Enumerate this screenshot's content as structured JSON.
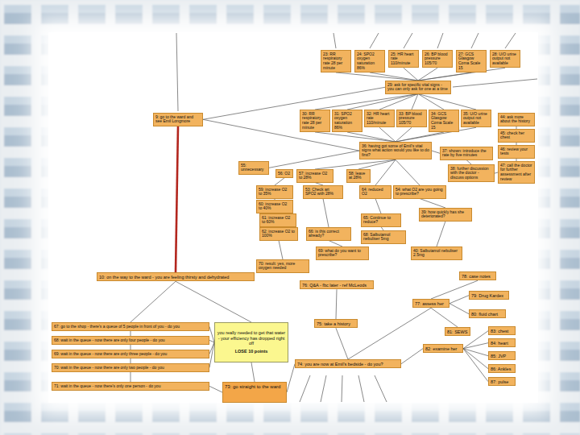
{
  "diagram": {
    "nodes": [
      {
        "text": [
          "9: go to the ward and see Emil Longmore"
        ]
      },
      {
        "text": [
          "23: RR respiratory rate 28 per minute"
        ]
      },
      {
        "text": [
          "24: SPO2 oxygen saturation 86%"
        ]
      },
      {
        "text": [
          "25: HR heart rate 110/minute"
        ]
      },
      {
        "text": [
          "26: BP blood pressure 105/70"
        ]
      },
      {
        "text": [
          "27: GCS Glasgow Coma Scale 15"
        ]
      },
      {
        "text": [
          "28: U/O urine output not available"
        ]
      },
      {
        "text": [
          "29: ask for specific vital signs - you can only ask for one at a time"
        ]
      },
      {
        "text": [
          "30: RR respiratory rate 28 per minute"
        ]
      },
      {
        "text": [
          "31: SPO2 oxygen saturation 86%"
        ]
      },
      {
        "text": [
          "32: HR heart rate 110/minute"
        ]
      },
      {
        "text": [
          "33: BP blood pressure 105/70"
        ]
      },
      {
        "text": [
          "34: GCS Glasgow Coma Scale 15"
        ]
      },
      {
        "text": [
          "35: U/O urine output not available"
        ]
      },
      {
        "text": [
          "36: having got some of Emil's vital signs what action would you like to do first?"
        ]
      },
      {
        "text": [
          "55: unnecessary"
        ]
      },
      {
        "text": [
          "56: O2"
        ]
      },
      {
        "text": [
          "57: increase O2 to 28%"
        ]
      },
      {
        "text": [
          "58: leave at 28%"
        ]
      },
      {
        "text": [
          "59: increase O2 to 35%"
        ]
      },
      {
        "text": [
          "53: Check art SPO2 with 28%"
        ]
      },
      {
        "text": [
          "60: increase O2 to 40%"
        ]
      },
      {
        "text": [
          "61: increase O2 to 60%"
        ]
      },
      {
        "text": [
          "62: increase O2 to 100%"
        ]
      },
      {
        "text": [
          "64: reduced O2"
        ]
      },
      {
        "text": [
          "54: what O2 are you going to prescribe?"
        ]
      },
      {
        "text": [
          "37: shown: introduce the rate by five minutes"
        ]
      },
      {
        "text": [
          "38: further discussion with the doctor - discuss options"
        ]
      },
      {
        "text": [
          "39: how quickly has she deteriorated?"
        ]
      },
      {
        "text": [
          "65: Continue to reduce?"
        ]
      },
      {
        "text": [
          "66: is this correct already?"
        ]
      },
      {
        "text": [
          "68: Salbutamol nebuliser 5mg"
        ]
      },
      {
        "text": [
          "69: what do you want to prescribe?"
        ]
      },
      {
        "text": [
          "70: result: yes, more oxygen needed"
        ]
      },
      {
        "text": [
          "40: Salbutamol nebuliser 2.5mg"
        ]
      },
      {
        "text": [
          "44: ask more about the history"
        ]
      },
      {
        "text": [
          "45: check her chest"
        ]
      },
      {
        "text": [
          "46: review your tests"
        ]
      },
      {
        "text": [
          "47: call the doctor for further assessment after review"
        ]
      },
      {
        "text": [
          "10: on the way to the ward - you are feeling thirsty and dehydrated"
        ]
      },
      {
        "text": [
          "67: go to the shop - there's a queue of 5 people in front of you - do you"
        ]
      },
      {
        "text": [
          "68: wait in the queue - now there are only four people - do you"
        ]
      },
      {
        "text": [
          "69: wait in the queue - now there are only three people - do you"
        ]
      },
      {
        "text": [
          "70: wait in the queue - now there are only two people - do you"
        ]
      },
      {
        "text": [
          "71: wait in the queue - now there's only one person - do you"
        ]
      },
      {
        "text": [
          "you really needed to get that water - your efficiency has dropped right off",
          "LOSE 10 points"
        ]
      },
      {
        "text": [
          "73: go straight to the ward"
        ]
      },
      {
        "text": [
          "76: Q&A - fbc later - ref McLeods"
        ]
      },
      {
        "text": [
          "75: take a history"
        ]
      },
      {
        "text": [
          "74: you are now at Emil's bedside - do you?"
        ]
      },
      {
        "text": [
          "77: assess her"
        ]
      },
      {
        "text": [
          "78: case notes"
        ]
      },
      {
        "text": [
          "79: Drug Kardex"
        ]
      },
      {
        "text": [
          "80: fluid chart"
        ]
      },
      {
        "text": [
          "81: SEWS"
        ]
      },
      {
        "text": [
          "82: examine her"
        ]
      },
      {
        "text": [
          "83: chest"
        ]
      },
      {
        "text": [
          "84: heart"
        ]
      },
      {
        "text": [
          "85: JVP"
        ]
      },
      {
        "text": [
          "86: Ankles"
        ]
      },
      {
        "text": [
          "87: pulse"
        ]
      }
    ],
    "edges": [
      {
        "from": 0,
        "to": 39,
        "arrow": "none"
      },
      {
        "from": 1,
        "to": 7,
        "arrow": "none"
      },
      {
        "from": 2,
        "to": 7,
        "arrow": "none"
      },
      {
        "from": 3,
        "to": 7,
        "arrow": "none"
      },
      {
        "from": 4,
        "to": 7,
        "arrow": "none"
      },
      {
        "from": 5,
        "to": 7,
        "arrow": "none"
      },
      {
        "from": 6,
        "to": 7,
        "arrow": "none"
      },
      {
        "from": 0,
        "to": 7,
        "arrow": "none"
      },
      {
        "from": 7,
        "to": 8,
        "arrow": "none"
      },
      {
        "from": 7,
        "to": 9,
        "arrow": "none"
      },
      {
        "from": 7,
        "to": 10,
        "arrow": "none"
      },
      {
        "from": 7,
        "to": 11,
        "arrow": "none"
      },
      {
        "from": 7,
        "to": 12,
        "arrow": "none"
      },
      {
        "from": 7,
        "to": 13,
        "arrow": "none"
      },
      {
        "from": 8,
        "to": 14,
        "arrow": "none"
      },
      {
        "from": 9,
        "to": 14,
        "arrow": "none"
      },
      {
        "from": 10,
        "to": 14,
        "arrow": "none"
      },
      {
        "from": 11,
        "to": 14,
        "arrow": "none"
      },
      {
        "from": 12,
        "to": 14,
        "arrow": "none"
      },
      {
        "from": 13,
        "to": 14,
        "arrow": "none"
      },
      {
        "from": 0,
        "to": 14,
        "arrow": "none"
      },
      {
        "from": 14,
        "to": 15,
        "arrow": "none"
      },
      {
        "from": 14,
        "to": 17,
        "arrow": "none"
      },
      {
        "from": 14,
        "to": 18,
        "arrow": "none"
      },
      {
        "from": 14,
        "to": 24,
        "arrow": "none"
      },
      {
        "from": 14,
        "to": 25,
        "arrow": "none"
      },
      {
        "from": 14,
        "to": 26,
        "arrow": "none"
      },
      {
        "from": 26,
        "to": 27,
        "arrow": "none"
      },
      {
        "from": 27,
        "to": 38,
        "arrow": "none"
      },
      {
        "from": 35,
        "to": 36,
        "arrow": "none"
      },
      {
        "from": 36,
        "to": 37,
        "arrow": "none"
      },
      {
        "from": 37,
        "to": 38,
        "arrow": "none"
      },
      {
        "from": 16,
        "to": 19,
        "arrow": "none"
      },
      {
        "from": 19,
        "to": 21,
        "arrow": "none"
      },
      {
        "from": 21,
        "to": 22,
        "arrow": "none"
      },
      {
        "from": 22,
        "to": 23,
        "arrow": "none"
      },
      {
        "from": 23,
        "to": 33,
        "arrow": "none"
      },
      {
        "from": 17,
        "to": 20,
        "arrow": "none"
      },
      {
        "from": 20,
        "to": 30,
        "arrow": "none"
      },
      {
        "from": 30,
        "to": 32,
        "arrow": "none"
      },
      {
        "from": 24,
        "to": 29,
        "arrow": "none"
      },
      {
        "from": 29,
        "to": 31,
        "arrow": "none"
      },
      {
        "from": 25,
        "to": 28,
        "arrow": "none"
      },
      {
        "from": 28,
        "to": 34,
        "arrow": "none"
      },
      {
        "from": 39,
        "to": 40,
        "arrow": "none"
      },
      {
        "from": 39,
        "to": 45,
        "arrow": "none"
      },
      {
        "from": 40,
        "to": 41,
        "arrow": "none"
      },
      {
        "from": 41,
        "to": 42,
        "arrow": "none"
      },
      {
        "from": 42,
        "to": 43,
        "arrow": "none"
      },
      {
        "from": 43,
        "to": 44,
        "arrow": "none"
      },
      {
        "from": 40,
        "to": 45,
        "arrow": "none"
      },
      {
        "from": 41,
        "to": 45,
        "arrow": "none"
      },
      {
        "from": 42,
        "to": 45,
        "arrow": "none"
      },
      {
        "from": 43,
        "to": 45,
        "arrow": "none"
      },
      {
        "from": 44,
        "to": 46,
        "arrow": "none"
      },
      {
        "from": 45,
        "to": 46,
        "arrow": "none"
      },
      {
        "from": 46,
        "to": 49,
        "arrow": "none"
      },
      {
        "from": 49,
        "to": 48,
        "arrow": "none"
      },
      {
        "from": 48,
        "to": 47,
        "arrow": "none"
      },
      {
        "from": 49,
        "to": 50,
        "arrow": "none"
      },
      {
        "from": 50,
        "to": 51,
        "arrow": "none"
      },
      {
        "from": 50,
        "to": 52,
        "arrow": "none"
      },
      {
        "from": 50,
        "to": 53,
        "arrow": "none"
      },
      {
        "from": 50,
        "to": 54,
        "arrow": "none"
      },
      {
        "from": 49,
        "to": 55,
        "arrow": "none"
      },
      {
        "from": 55,
        "to": 56,
        "arrow": "none"
      },
      {
        "from": 55,
        "to": 57,
        "arrow": "none"
      },
      {
        "from": 55,
        "to": 58,
        "arrow": "none"
      },
      {
        "from": 55,
        "to": 59,
        "arrow": "none"
      },
      {
        "from": 55,
        "to": 60,
        "arrow": "none"
      }
    ]
  }
}
